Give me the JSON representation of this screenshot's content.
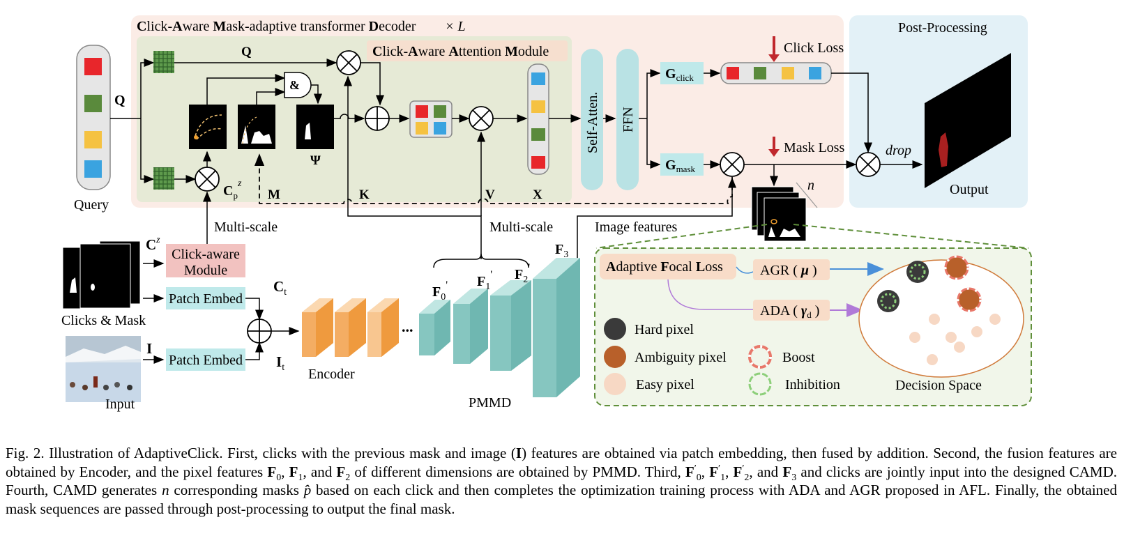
{
  "decoder": {
    "title_parts": [
      {
        "t": "C",
        "b": true
      },
      {
        "t": "lick-",
        "b": false
      },
      {
        "t": "A",
        "b": true
      },
      {
        "t": "ware ",
        "b": false
      },
      {
        "t": "M",
        "b": true
      },
      {
        "t": "ask-adaptive transformer ",
        "b": false
      },
      {
        "t": "D",
        "b": true
      },
      {
        "t": "ecoder",
        "b": false
      }
    ],
    "repeat": "× L"
  },
  "attention_module": {
    "title_parts": [
      {
        "t": "C",
        "b": true
      },
      {
        "t": "lick-",
        "b": false
      },
      {
        "t": "A",
        "b": true
      },
      {
        "t": "ware ",
        "b": false
      },
      {
        "t": "A",
        "b": true
      },
      {
        "t": "ttention ",
        "b": false
      },
      {
        "t": "M",
        "b": true
      },
      {
        "t": "odule",
        "b": false
      }
    ]
  },
  "labels": {
    "query": "Query",
    "Q_side": "Q",
    "Q_top": "Q",
    "and_gate": "&",
    "psi": "Ψ",
    "cp": "C",
    "cp_sub": "p",
    "cp_sup": "z",
    "M": "M",
    "K": "K",
    "V": "V",
    "X": "X",
    "self_atten": "Self-Atten.",
    "ffn": "FFN",
    "g_click": "G",
    "g_click_sub": "click",
    "g_mask": "G",
    "g_mask_sub": "mask",
    "click_loss": "Click Loss",
    "mask_loss": "Mask Loss",
    "drop": "drop",
    "n": "n",
    "post_processing": "Post-Processing",
    "output": "Output",
    "multi_scale_1": "Multi-scale",
    "multi_scale_2": "Multi-scale",
    "image_features": "Image features",
    "cz": "C",
    "cz_sup": "z",
    "click_aware_1": "Click-aware",
    "click_aware_2": "Module",
    "patch_embed_1": "Patch Embed",
    "patch_embed_2": "Patch Embed",
    "clicks_mask": "Clicks & Mask",
    "input": "Input",
    "I": "I",
    "ct": "C",
    "ct_sub": "t",
    "it": "I",
    "it_sub": "t",
    "encoder": "Encoder",
    "dots": "...",
    "f0": "F",
    "f0_sub": "0",
    "f1": "F",
    "f1_sub": "1",
    "f2": "F",
    "f2_sub": "2",
    "prime": "'",
    "f3": "F",
    "f3_sub": "3",
    "pmmd": "PMMD",
    "afl_parts": [
      {
        "t": "A",
        "b": true
      },
      {
        "t": "daptive ",
        "b": false
      },
      {
        "t": "F",
        "b": true
      },
      {
        "t": "ocal ",
        "b": false
      },
      {
        "t": "L",
        "b": true
      },
      {
        "t": "oss",
        "b": false
      }
    ],
    "agr": "AGR ( ",
    "agr_sym": "μ",
    "agr_end": " )",
    "ada": "ADA ( ",
    "ada_sym": "γ",
    "ada_sub": "d",
    "ada_end": " )",
    "hard_pixel": "Hard pixel",
    "ambiguity_pixel": "Ambiguity pixel",
    "easy_pixel": "Easy pixel",
    "boost": "Boost",
    "inhibition": "Inhibition",
    "decision_space": "Decision Space"
  },
  "colors": {
    "query_tokens": [
      "#e8262b",
      "#5a8a3c",
      "#f5c242",
      "#3aa3e0"
    ],
    "decoder_bg": "#fbece6",
    "attention_bg": "#e6ead6",
    "post_bg": "#e3f1f7",
    "afl_bg": "#f1f6ea",
    "cyan_box": "#bfe9ea",
    "pink_box": "#f2c2c0",
    "encoder_orange": "#f3a85a",
    "pmmd_teal": "#79bfbb",
    "loss_arrow": "#c0282d",
    "dashed_green": "#5f8f3a",
    "agr_arrow": "#4a90d9",
    "ada_arrow": "#a070d0",
    "hard": "#3a3a3a",
    "ambiguity": "#b8602a",
    "easy": "#f7d8c4"
  },
  "caption": [
    {
      "t": "Fig. 2.   Illustration of AdaptiveClick. First, clicks with the previous mask and image (",
      "b": false
    },
    {
      "t": "I",
      "b": true
    },
    {
      "t": ") features are obtained via patch embedding, then fused by addition. Second, the fusion features are obtained by Encoder, and the pixel features ",
      "b": false
    },
    {
      "t": "F",
      "b": true
    },
    {
      "t": "0",
      "b": false,
      "sub": true
    },
    {
      "t": ", ",
      "b": false
    },
    {
      "t": "F",
      "b": true
    },
    {
      "t": "1",
      "b": false,
      "sub": true
    },
    {
      "t": ", and ",
      "b": false
    },
    {
      "t": "F",
      "b": true
    },
    {
      "t": "2",
      "b": false,
      "sub": true
    },
    {
      "t": " of different dimensions are obtained by PMMD. Third, ",
      "b": false
    },
    {
      "t": "F",
      "b": true
    },
    {
      "t": "′",
      "b": false,
      "sup": true
    },
    {
      "t": "0",
      "b": false,
      "sub": true
    },
    {
      "t": ", ",
      "b": false
    },
    {
      "t": "F",
      "b": true
    },
    {
      "t": "′",
      "b": false,
      "sup": true
    },
    {
      "t": "1",
      "b": false,
      "sub": true
    },
    {
      "t": ", ",
      "b": false
    },
    {
      "t": "F",
      "b": true
    },
    {
      "t": "′",
      "b": false,
      "sup": true
    },
    {
      "t": "2",
      "b": false,
      "sub": true
    },
    {
      "t": ", and ",
      "b": false
    },
    {
      "t": "F",
      "b": true
    },
    {
      "t": "3",
      "b": false,
      "sub": true
    },
    {
      "t": " and clicks are jointly input into the designed CAMD. Fourth, CAMD generates ",
      "b": false
    },
    {
      "t": "n",
      "i": true
    },
    {
      "t": " corresponding masks ",
      "b": false
    },
    {
      "t": "p̂",
      "i": true
    },
    {
      "t": " based on each click and then completes the optimization training process with ADA and AGR proposed in AFL. Finally, the obtained mask sequences are passed through post-processing to output the final mask.",
      "b": false
    }
  ]
}
